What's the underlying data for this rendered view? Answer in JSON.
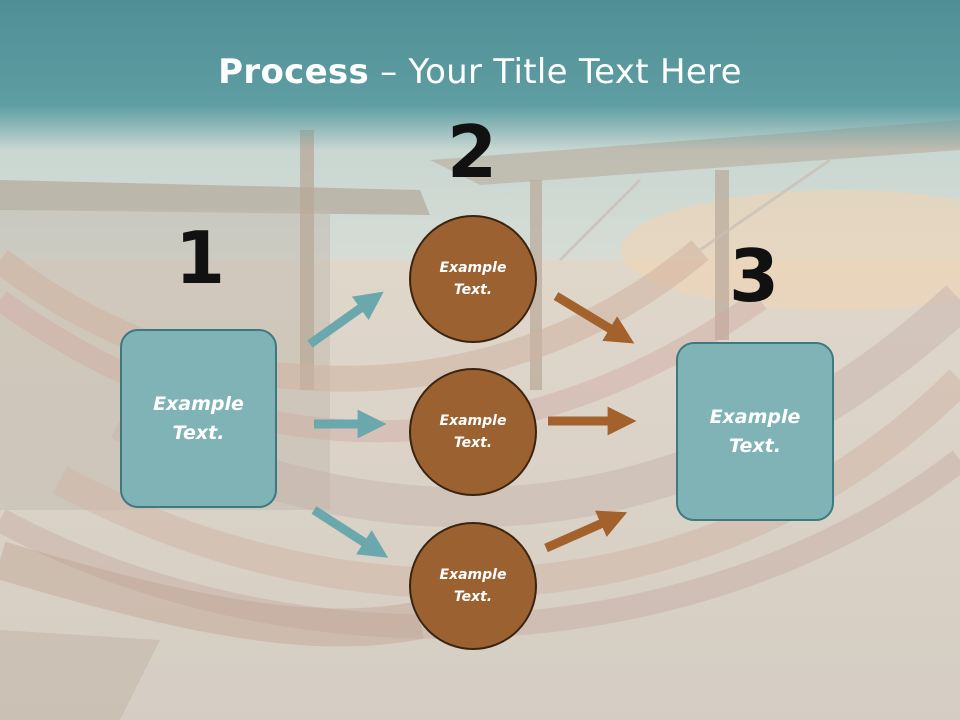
{
  "title": {
    "bold": "Process",
    "rest": " – Your Title Text Here"
  },
  "steps": [
    {
      "number": "1",
      "label": "Example\nText."
    },
    {
      "number": "2",
      "label": "Example\nText."
    },
    {
      "number": "3",
      "label": "Example\nText."
    }
  ],
  "middle_items": [
    {
      "label": "Example\nText."
    },
    {
      "label": "Example\nText."
    },
    {
      "label": "Example\nText."
    }
  ],
  "colors": {
    "teal": "#7fb3b6",
    "teal_dark": "#3c7a80",
    "brown": "#9b6131",
    "brown_arrow": "#a3622c",
    "teal_arrow": "#6aa8ad"
  }
}
